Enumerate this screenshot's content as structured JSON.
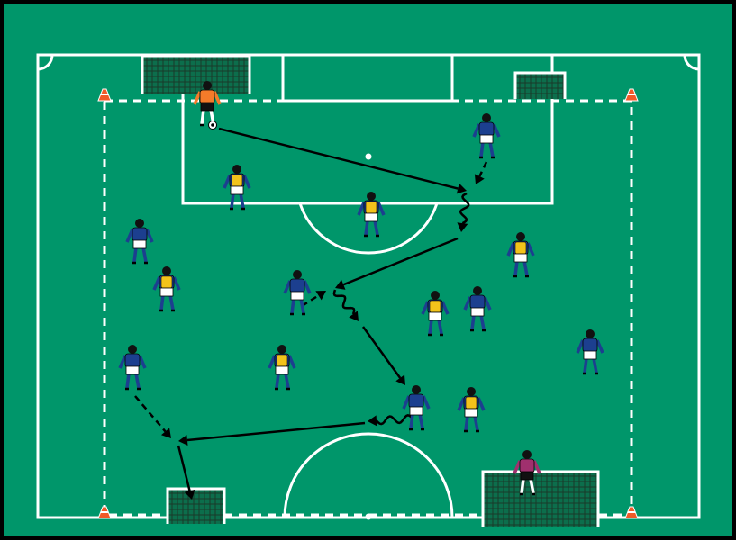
{
  "colors": {
    "border": "#000000",
    "grass": "#00966a",
    "lines": "#ffffff",
    "cone": "#f05a28",
    "blue_team_shirt": "#1c3f8f",
    "yellow_bib": "#f2c31b",
    "keeper_top": "#f47b2a",
    "keeper_bottom": "#a0306e",
    "arrow": "#000000"
  },
  "players": [
    {
      "team": "keeper_top"
    },
    {
      "team": "blue"
    },
    {
      "team": "yellow"
    },
    {
      "team": "yellow"
    },
    {
      "team": "blue"
    },
    {
      "team": "yellow"
    },
    {
      "team": "yellow"
    },
    {
      "team": "blue"
    },
    {
      "team": "yellow"
    },
    {
      "team": "blue"
    },
    {
      "team": "blue"
    },
    {
      "team": "blue"
    },
    {
      "team": "yellow"
    },
    {
      "team": "blue"
    },
    {
      "team": "yellow"
    },
    {
      "team": "keeper_bottom"
    }
  ],
  "movements": [
    {
      "type": "pass"
    },
    {
      "type": "run"
    },
    {
      "type": "dribble"
    },
    {
      "type": "pass"
    },
    {
      "type": "run"
    },
    {
      "type": "dribble"
    },
    {
      "type": "pass"
    },
    {
      "type": "dribble"
    },
    {
      "type": "pass"
    },
    {
      "type": "run"
    },
    {
      "type": "pass"
    }
  ]
}
